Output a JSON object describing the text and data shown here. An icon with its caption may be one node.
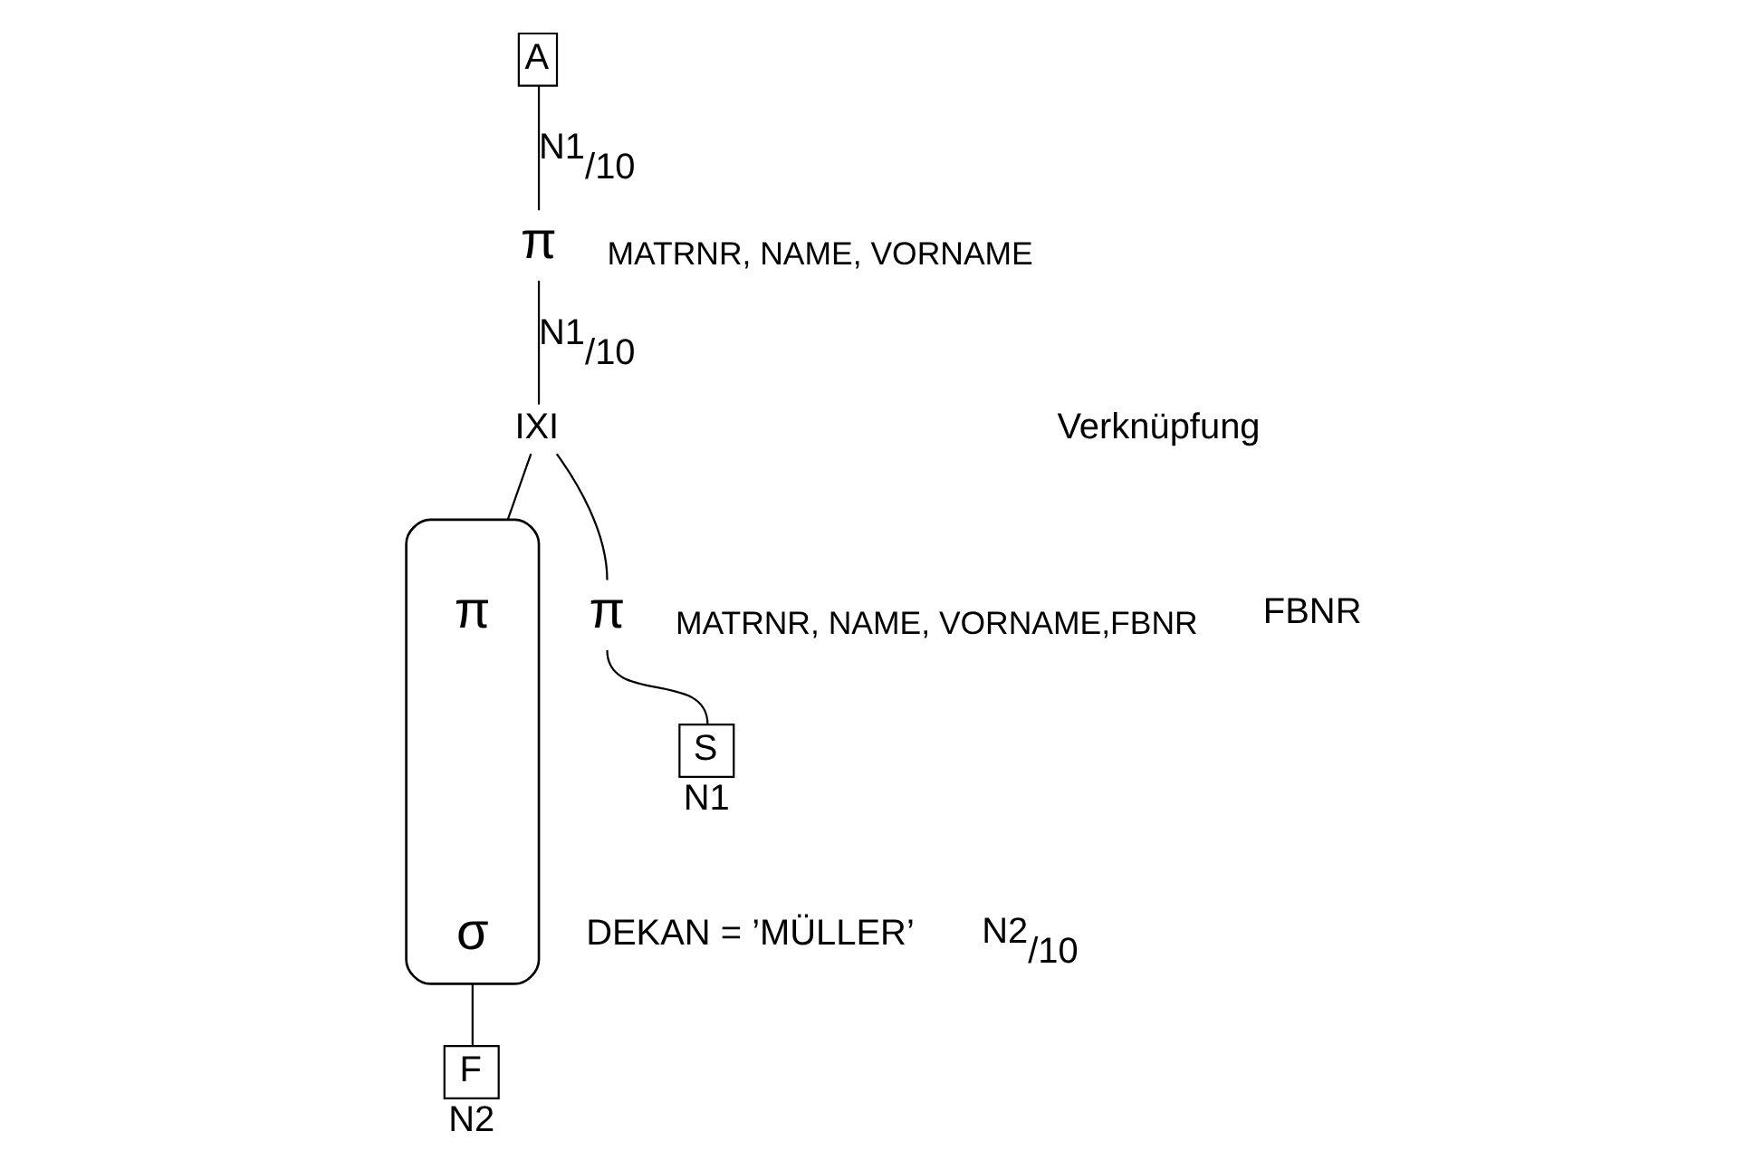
{
  "diagram": {
    "nodes": [
      {
        "text": [
          "A"
        ]
      },
      {
        "text": [
          "π"
        ],
        "beside": [
          "MATRNR, NAME, VORNAME"
        ]
      },
      {
        "text": [
          "IXI"
        ]
      },
      {
        "text": [
          "π"
        ],
        "beside": [
          "MATRNR, NAME, VORNAME,FBNR"
        ]
      },
      {
        "text": [
          "S"
        ],
        "beside": [
          "N1"
        ]
      },
      {
        "text": [],
        "shape": "box"
      },
      {
        "text": [
          "π"
        ],
        "in": 5
      },
      {
        "text": [
          "σ"
        ],
        "in": 5,
        "beside": [
          "DEKAN = ’MÜLLER’"
        ]
      },
      {
        "text": [
          "F"
        ],
        "beside": [
          "N2"
        ]
      }
    ],
    "edges": [
      {
        "from": 0,
        "to": 1,
        "arrow": "none",
        "label": "N1$_{/10}$"
      },
      {
        "from": 1,
        "to": 2,
        "arrow": "none",
        "label": "N1$_{/10}$"
      },
      {
        "from": 2,
        "to": 3,
        "arrow": "none"
      },
      {
        "from": 2,
        "to": 5,
        "arrow": "none"
      },
      {
        "from": 3,
        "to": 4,
        "arrow": "none"
      },
      {
        "from": 5,
        "to": 8,
        "arrow": "none"
      }
    ],
    "labels": [
      "Verknüpfung",
      "FBNR",
      "N2$_{/10}$"
    ]
  }
}
